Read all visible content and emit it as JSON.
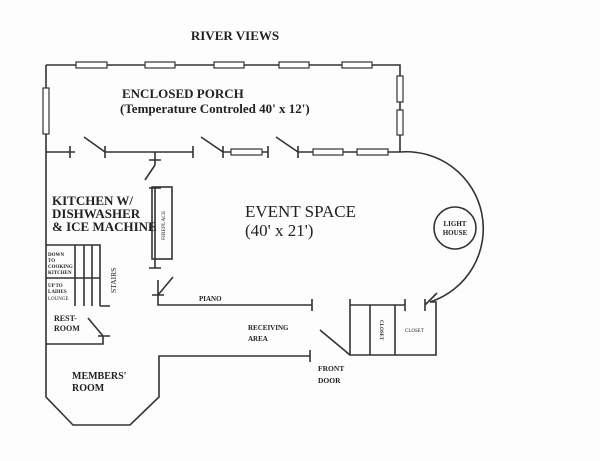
{
  "title": "RIVER VIEWS",
  "rooms": {
    "porch": {
      "name": "ENCLOSED PORCH",
      "detail": "(Temperature Controled 40' x 12')"
    },
    "kitchen": {
      "line1": "KITCHEN W/",
      "line2": "DISHWASHER",
      "line3": "& ICE MACHINE"
    },
    "event": {
      "name": "EVENT SPACE",
      "detail": "(40' x 21')"
    },
    "lighthouse": {
      "line1": "LIGHT",
      "line2": "HOUSE"
    },
    "fireplace": "FIREPLACE",
    "stairs": "STAIRS",
    "down": {
      "line1": "DOWN",
      "line2": "TO",
      "line3": "COOKING",
      "line4": "KITCHEN"
    },
    "up": {
      "line1": "UP TO",
      "line2": "LADIES",
      "line3": "LOUNGE"
    },
    "restroom": {
      "line1": "REST-",
      "line2": "ROOM"
    },
    "piano": "PIANO",
    "receiving": {
      "line1": "RECEIVING",
      "line2": "AREA"
    },
    "members": {
      "line1": "MEMBERS'",
      "line2": "ROOM"
    },
    "front_door": {
      "line1": "FRONT",
      "line2": "DOOR"
    },
    "closet1": "CLOSET",
    "closet2": "CLOSET"
  }
}
